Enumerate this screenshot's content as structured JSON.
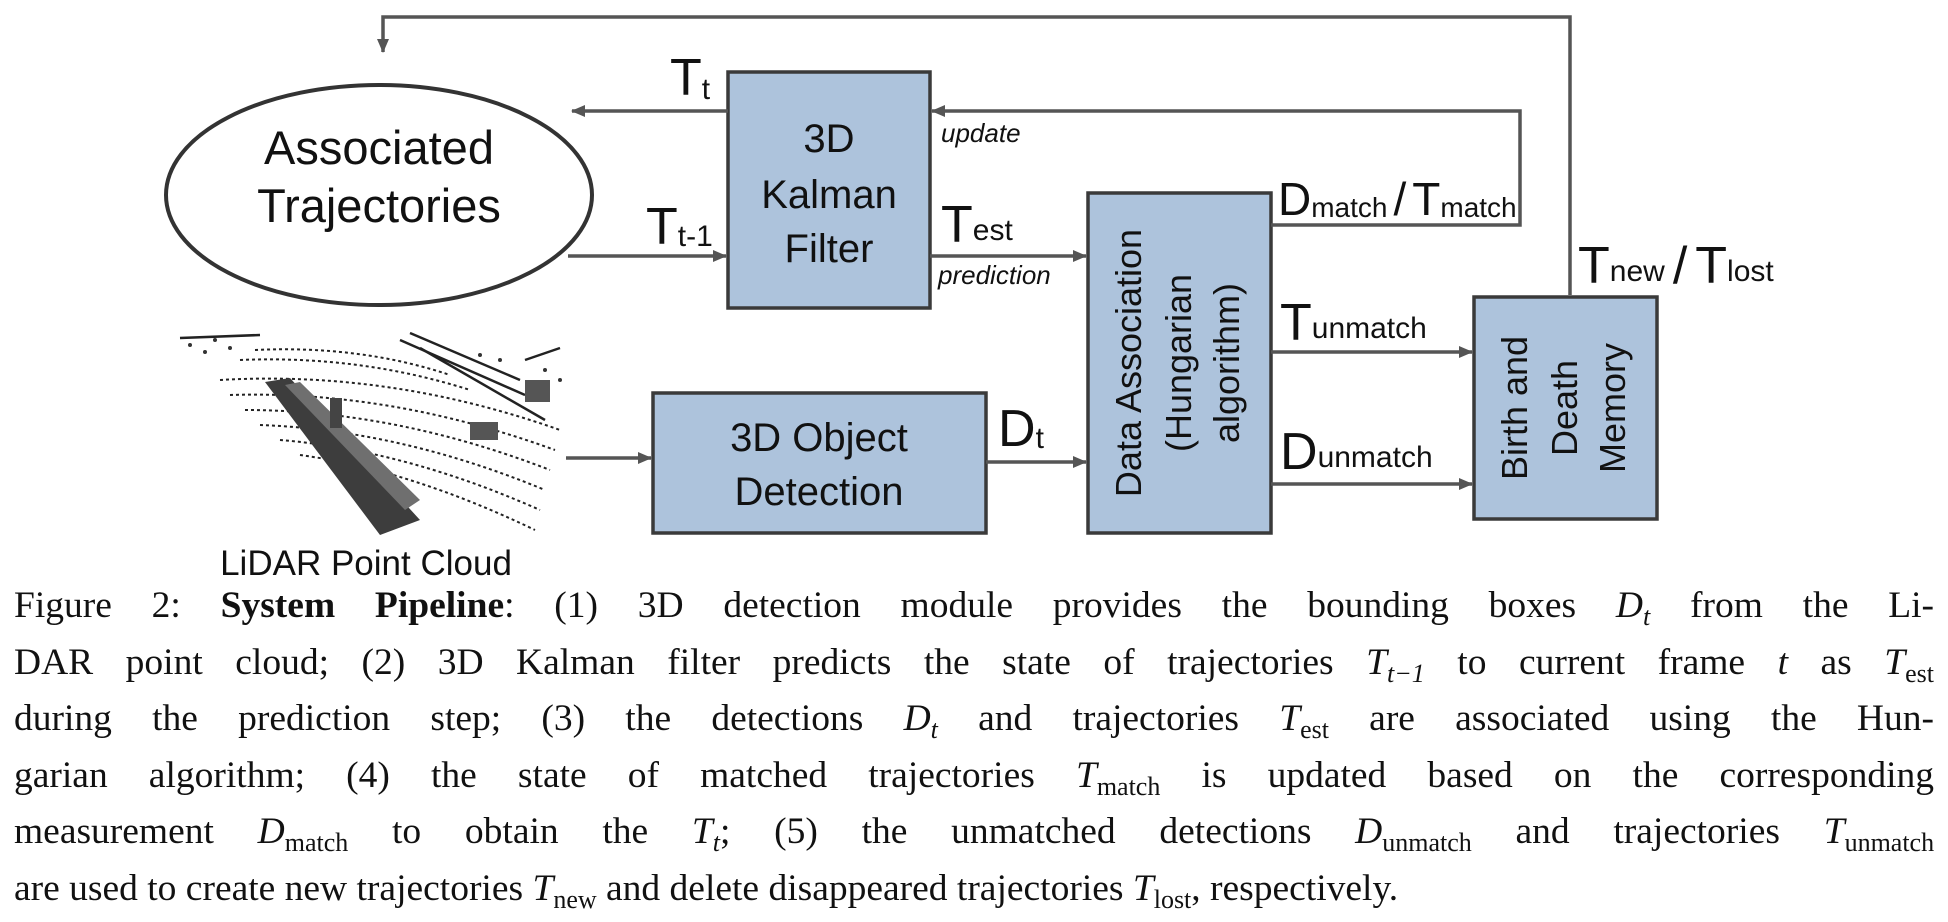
{
  "diagram": {
    "nodes": {
      "associated": {
        "line1": "Associated",
        "line2": "Trajectories"
      },
      "kalman": {
        "line1": "3D",
        "line2": "Kalman",
        "line3": "Filter"
      },
      "detection": {
        "line1": "3D Object",
        "line2": "Detection"
      },
      "data_assoc": {
        "line1": "Data Association",
        "line2": "(Hungarian",
        "line3": "algorithm)"
      },
      "birth_death": {
        "line1": "Birth and",
        "line2": "Death",
        "line3": "Memory"
      },
      "lidar": {
        "label": "LiDAR Point Cloud"
      }
    },
    "edges": {
      "t_t": {
        "main": "T",
        "sub": "t"
      },
      "t_t1": {
        "main": "T",
        "sub": "t-1"
      },
      "t_est": {
        "main": "T",
        "sub": "est",
        "note": "prediction"
      },
      "update": {
        "note": "update"
      },
      "d_t": {
        "main": "D",
        "sub": "t"
      },
      "dmatch_tmatch": {
        "d": "D",
        "d_sub": "match",
        "sep": "/",
        "t": "T",
        "t_sub": "match"
      },
      "t_unmatch": {
        "main": "T",
        "sub": "unmatch"
      },
      "d_unmatch": {
        "main": "D",
        "sub": "unmatch"
      },
      "tnew_tlost": {
        "t1": "T",
        "t1_sub": "new",
        "sep": "/",
        "t2": "T",
        "t2_sub": "lost"
      }
    },
    "colors": {
      "box_fill": "#adc3dc",
      "box_stroke": "#3a3a3a",
      "line": "#555555"
    }
  },
  "caption": {
    "fig_label": "Figure 2:",
    "title": "System Pipeline",
    "l1a": ": (1) 3D detection module provides the bounding boxes",
    "l1b": "from the Li-",
    "l2a": "DAR point cloud; (2) 3D Kalman filter predicts the state of trajectories",
    "l2b": "to current frame",
    "l2c": "as",
    "l3a": "during the prediction step; (3) the detections",
    "l3b": "and trajectories",
    "l3c": "are associated using the Hun-",
    "l4a": "garian algorithm; (4) the state of matched trajectories",
    "l4b": "is updated based on the corresponding",
    "l5a": "measurement",
    "l5b": "to obtain the",
    "l5c": "; (5) the unmatched detections",
    "l5d": "and trajectories",
    "l6a": "are used to create new trajectories",
    "l6b": "and delete disappeared trajectories",
    "l6c": ", respectively.",
    "sym_D": "D",
    "sym_T": "T",
    "sym_t": "t",
    "sub_t": "t",
    "sub_t1": "t−1",
    "sub_est": "est",
    "sub_match": "match",
    "sub_unmatch": "unmatch",
    "sub_new": "new",
    "sub_lost": "lost"
  }
}
